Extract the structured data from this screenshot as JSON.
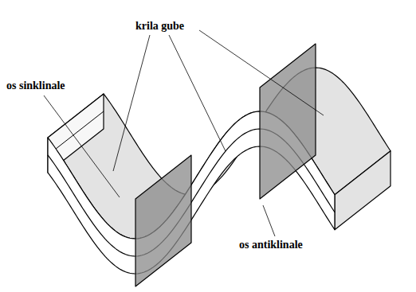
{
  "diagram": {
    "labels": [
      "krila gube",
      "os sinklinale",
      "os antiklinale"
    ]
  }
}
